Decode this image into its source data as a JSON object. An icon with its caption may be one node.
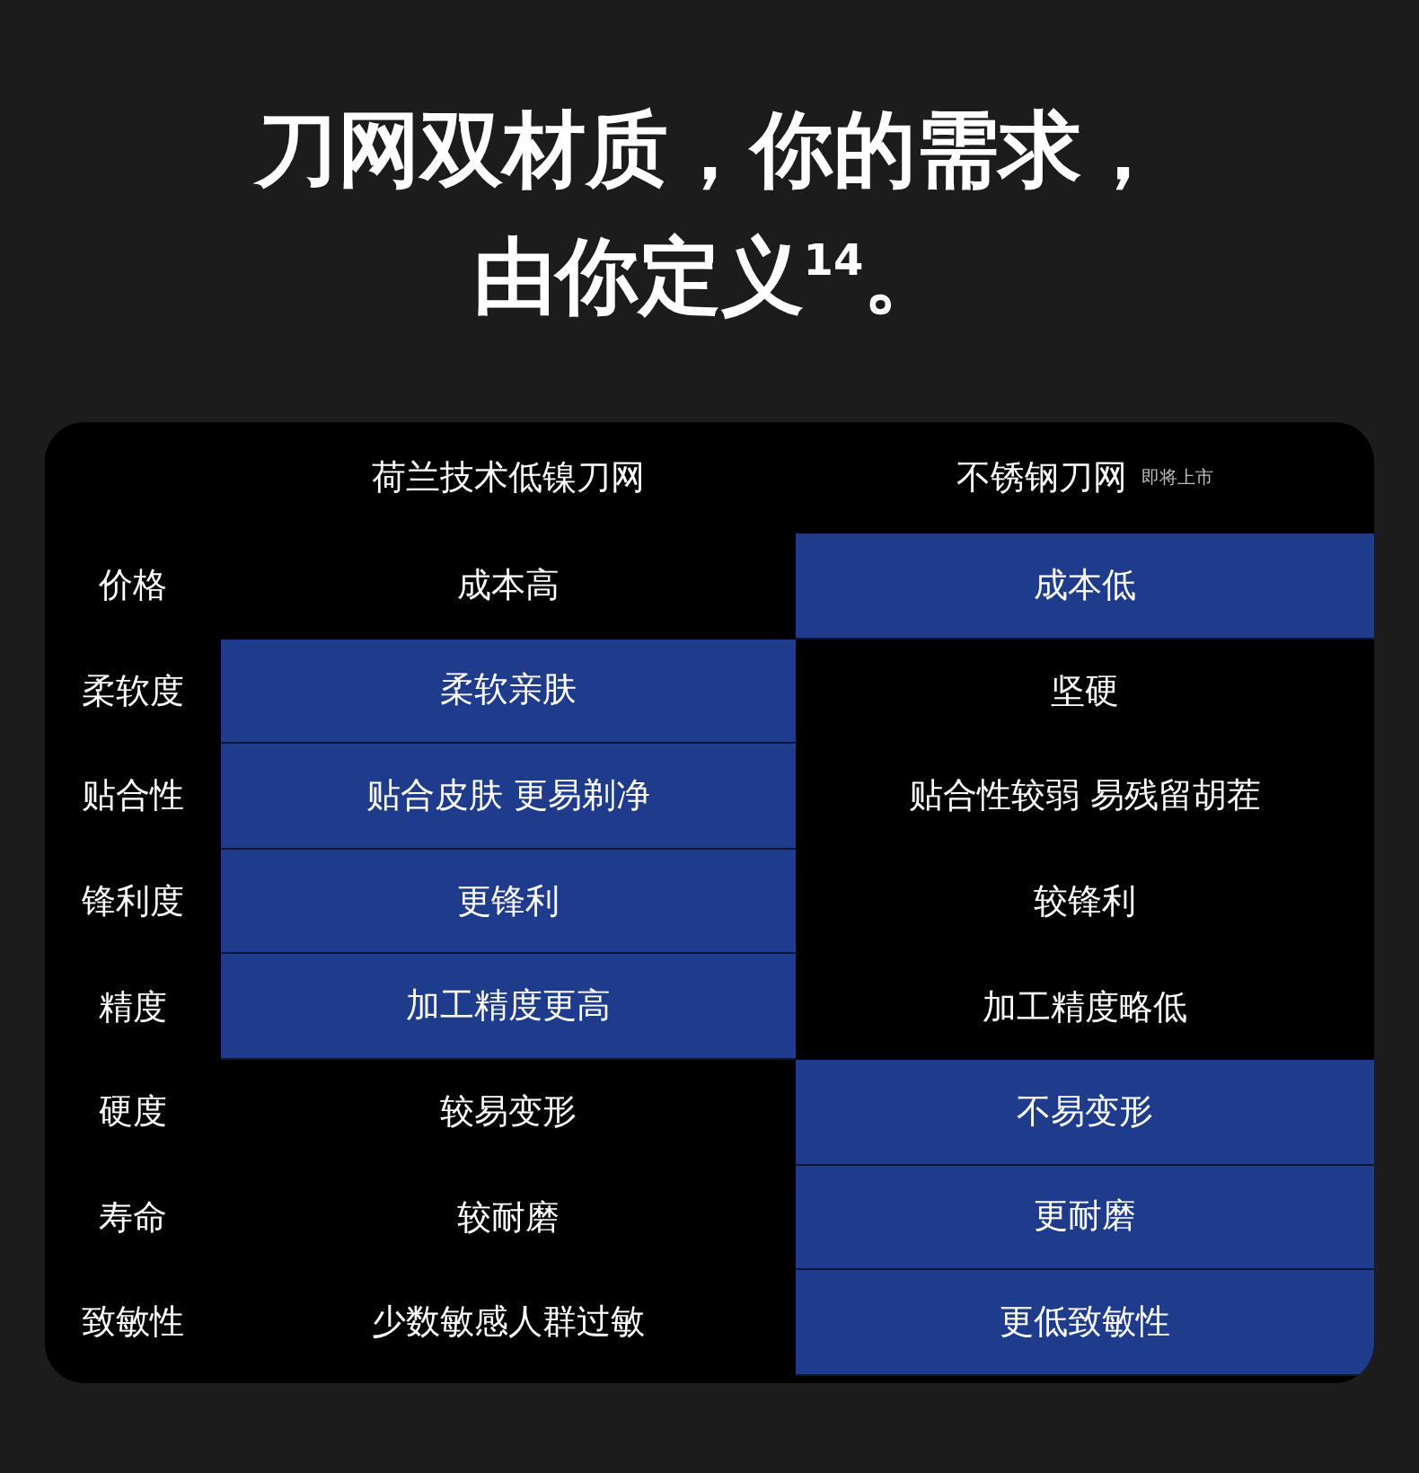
{
  "diagram": {
    "title": "刀网双材质，你的需求，由你定义$^{14}$。",
    "labels": [
      "荷兰技术低镍刀网",
      "不锈钢刀网",
      "即将上市",
      "价格",
      "成本高",
      "成本低",
      "柔软度",
      "柔软亲肤",
      "坚硬",
      "贴合性",
      "贴合皮肤 更易剃净",
      "贴合性较弱 易残留胡茬",
      "锋利度",
      "更锋利",
      "较锋利",
      "精度",
      "加工精度更高",
      "加工精度略低",
      "硬度",
      "较易变形",
      "不易变形",
      "寿命",
      "较耐磨",
      "更耐磨",
      "致敏性",
      "少数敏感人群过敏",
      "更低致敏性"
    ]
  }
}
